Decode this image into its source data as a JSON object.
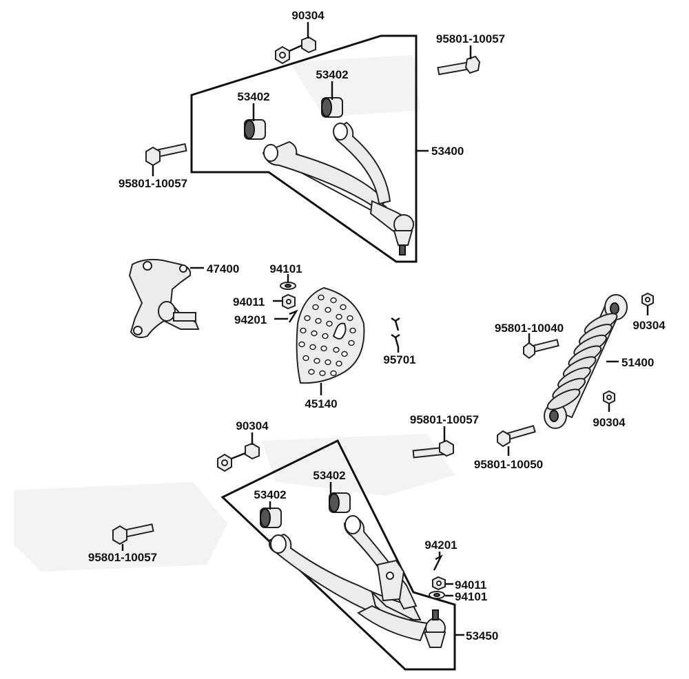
{
  "parts": {
    "upper_arm": {
      "nut_top": "90304",
      "bolt_top_right": "95801-10057",
      "bushing_right": "53402",
      "bushing_left": "53402",
      "assembly": "53400",
      "bolt_left": "95801-10057"
    },
    "knuckle": "47400",
    "brake_fasteners": {
      "washer": "94101",
      "nut": "94011",
      "cotter_pin": "94201"
    },
    "brake_disc": "45140",
    "disc_bolts": "95701",
    "shock": {
      "bolt_top": "95801-10040",
      "nut_top": "90304",
      "shock_absorber": "51400",
      "nut_bottom": "90304",
      "bolt_bottom": "95801-10050"
    },
    "lower_arm": {
      "nut_top": "90304",
      "bolt_top_right": "95801-10057",
      "bushing_right": "53402",
      "bushing_left": "53402",
      "bolt_left": "95801-10057",
      "cotter_pin": "94201",
      "nut": "94011",
      "washer": "94101",
      "assembly": "53450"
    }
  }
}
